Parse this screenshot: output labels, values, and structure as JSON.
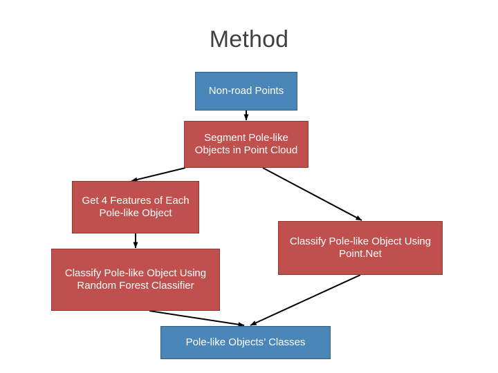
{
  "slide": {
    "title": "Method",
    "background": "#ffffff",
    "title_color": "#404040"
  },
  "colors": {
    "blue_fill": "#4a86b8",
    "blue_border": "#2e5f88",
    "red_fill": "#c0504d",
    "red_border": "#8c3835",
    "arrow": "#000000"
  },
  "diagram": {
    "type": "flowchart",
    "nodes": [
      {
        "id": "non_road_points",
        "label": "Non-road Points",
        "style": "blue"
      },
      {
        "id": "segment_poles",
        "label": "Segment Pole-like Objects in Point Cloud",
        "style": "red"
      },
      {
        "id": "get_features",
        "label": "Get 4 Features of Each Pole-like Object",
        "style": "red"
      },
      {
        "id": "classify_rf",
        "label": "Classify Pole-like Object Using Random Forest Classifier",
        "style": "red"
      },
      {
        "id": "classify_pointnet",
        "label": "Classify Pole-like Object Using Point.Net",
        "style": "red"
      },
      {
        "id": "pole_classes",
        "label": "Pole-like Objects’ Classes",
        "style": "blue"
      }
    ],
    "edges": [
      {
        "from": "non_road_points",
        "to": "segment_poles"
      },
      {
        "from": "segment_poles",
        "to": "get_features"
      },
      {
        "from": "segment_poles",
        "to": "classify_pointnet"
      },
      {
        "from": "get_features",
        "to": "classify_rf"
      },
      {
        "from": "classify_rf",
        "to": "pole_classes"
      },
      {
        "from": "classify_pointnet",
        "to": "pole_classes"
      }
    ]
  }
}
